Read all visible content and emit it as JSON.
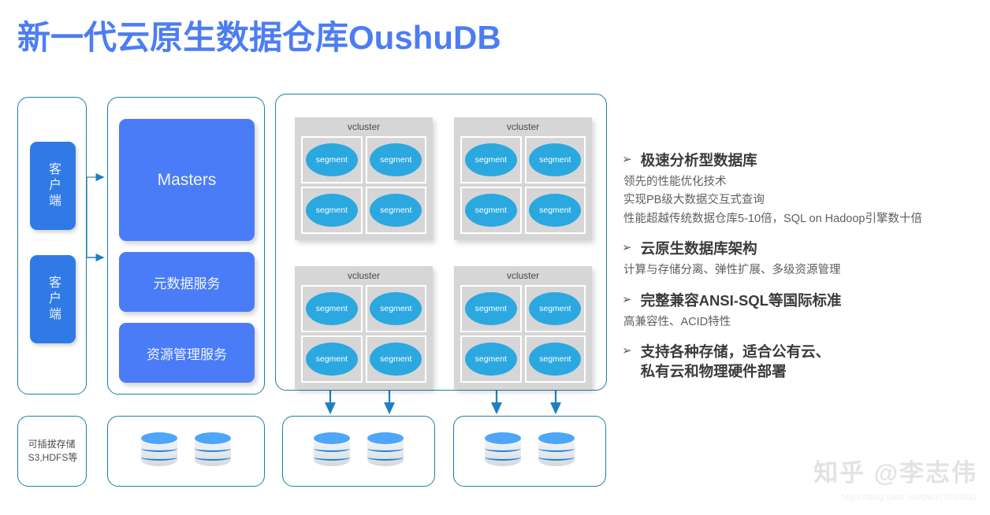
{
  "title": "新一代云原生数据仓库OushuDB",
  "colors": {
    "title_blue": "#4C7DF2",
    "master_blue": "#4A7CF7",
    "client_blue": "#2F7AE5",
    "segment_blue": "#2BA8E0",
    "panel_border_teal": "#1c7fa3",
    "vcluster_gray": "#d6d6d6",
    "arrow_blue": "#1f7fc4"
  },
  "diagram": {
    "clients": [
      {
        "label": "客户端"
      },
      {
        "label": "客户端"
      }
    ],
    "master_services": [
      {
        "label": "Masters"
      },
      {
        "label": "元数据服务"
      },
      {
        "label": "资源管理服务"
      }
    ],
    "vclusters": [
      {
        "label": "vcluster",
        "segments": [
          "segment",
          "segment",
          "segment",
          "segment"
        ]
      },
      {
        "label": "vcluster",
        "segments": [
          "segment",
          "segment",
          "segment",
          "segment"
        ]
      },
      {
        "label": "vcluster",
        "segments": [
          "segment",
          "segment",
          "segment",
          "segment"
        ]
      },
      {
        "label": "vcluster",
        "segments": [
          "segment",
          "segment",
          "segment",
          "segment"
        ]
      }
    ],
    "storage_label_line1": "可插拔存储",
    "storage_label_line2": "S3,HDFS等",
    "storage_groups": [
      {
        "databases": 2
      },
      {
        "databases": 2
      },
      {
        "databases": 2
      }
    ]
  },
  "features": [
    {
      "bullet": "➢",
      "title": "极速分析型数据库",
      "lines": [
        "领先的性能优化技术",
        "实现PB级大数据交互式查询",
        "性能超越传统数据仓库5-10倍，SQL on Hadoop引擎数十倍"
      ]
    },
    {
      "bullet": "➢",
      "title": "云原生数据库架构",
      "lines": [
        "计算与存储分离、弹性扩展、多级资源管理"
      ]
    },
    {
      "bullet": "➢",
      "title": "完整兼容ANSI-SQL等国际标准",
      "lines": [
        "高兼容性、ACID特性"
      ]
    },
    {
      "bullet": "➢",
      "title": "支持各种存储，适合公有云、\n私有云和物理硬件部署",
      "lines": []
    }
  ],
  "watermark": {
    "text": "知乎 @李志伟",
    "url": "https://blog.csdn.net/lzw379784332"
  }
}
